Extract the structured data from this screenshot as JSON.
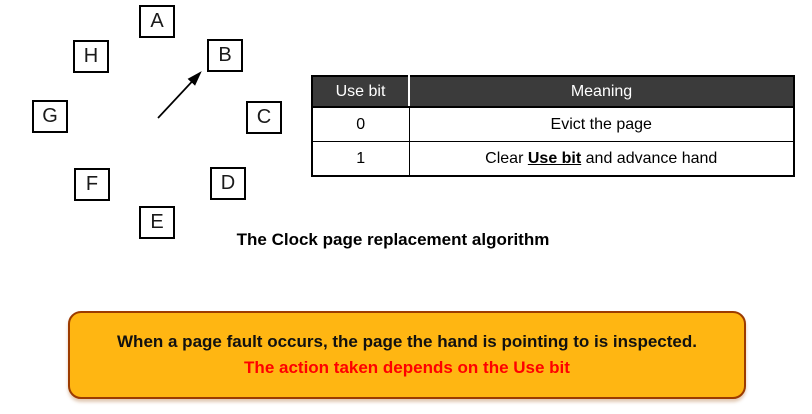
{
  "clock": {
    "nodes": [
      "A",
      "B",
      "C",
      "D",
      "E",
      "F",
      "G",
      "H"
    ]
  },
  "table": {
    "headers": [
      "Use bit",
      "Meaning"
    ],
    "rows": [
      {
        "use_bit": "0",
        "meaning": "Evict the page"
      },
      {
        "use_bit": "1",
        "meaning_prefix": "Clear ",
        "meaning_emphasis": "Use bit",
        "meaning_suffix": " and advance hand"
      }
    ]
  },
  "caption": "The Clock page replacement algorithm",
  "callout": {
    "line1": "When a page fault occurs, the page the hand is pointing to is inspected.",
    "line2": "The action taken depends on the Use bit"
  },
  "colors": {
    "table_header_bg": "#3B3B3B",
    "table_header_text": "#FFFFFF",
    "callout_fill": "#FFB612",
    "callout_border": "#9C3B00",
    "callout_alert_text": "#FF0000",
    "diagram_stroke": "#000000"
  }
}
